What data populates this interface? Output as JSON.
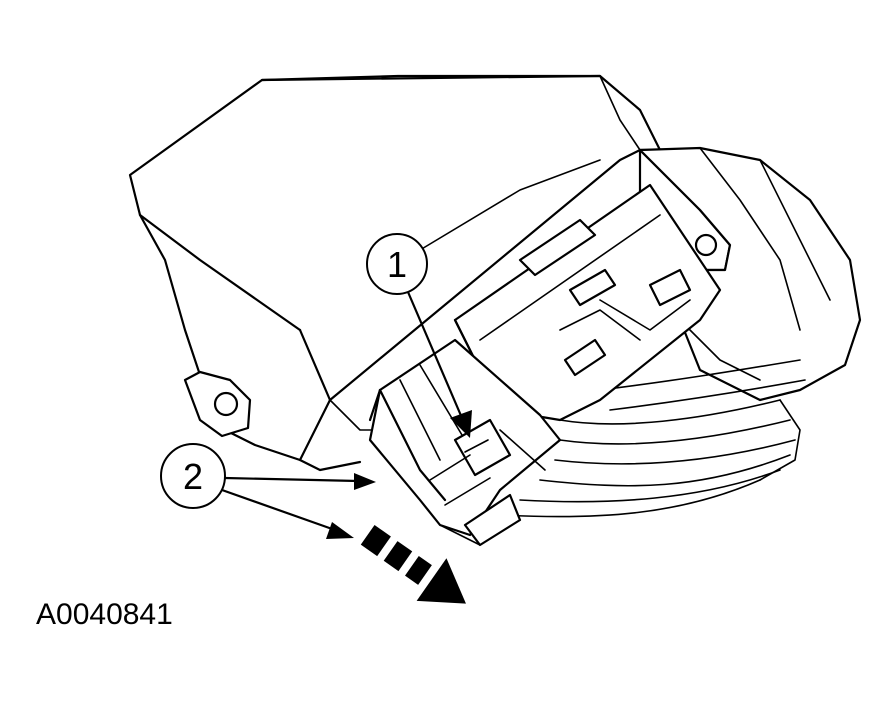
{
  "figure": {
    "code": "A0040841",
    "callouts": [
      {
        "number": "1"
      },
      {
        "number": "2"
      }
    ],
    "colors": {
      "ink": "#000000",
      "background": "#ffffff"
    }
  }
}
